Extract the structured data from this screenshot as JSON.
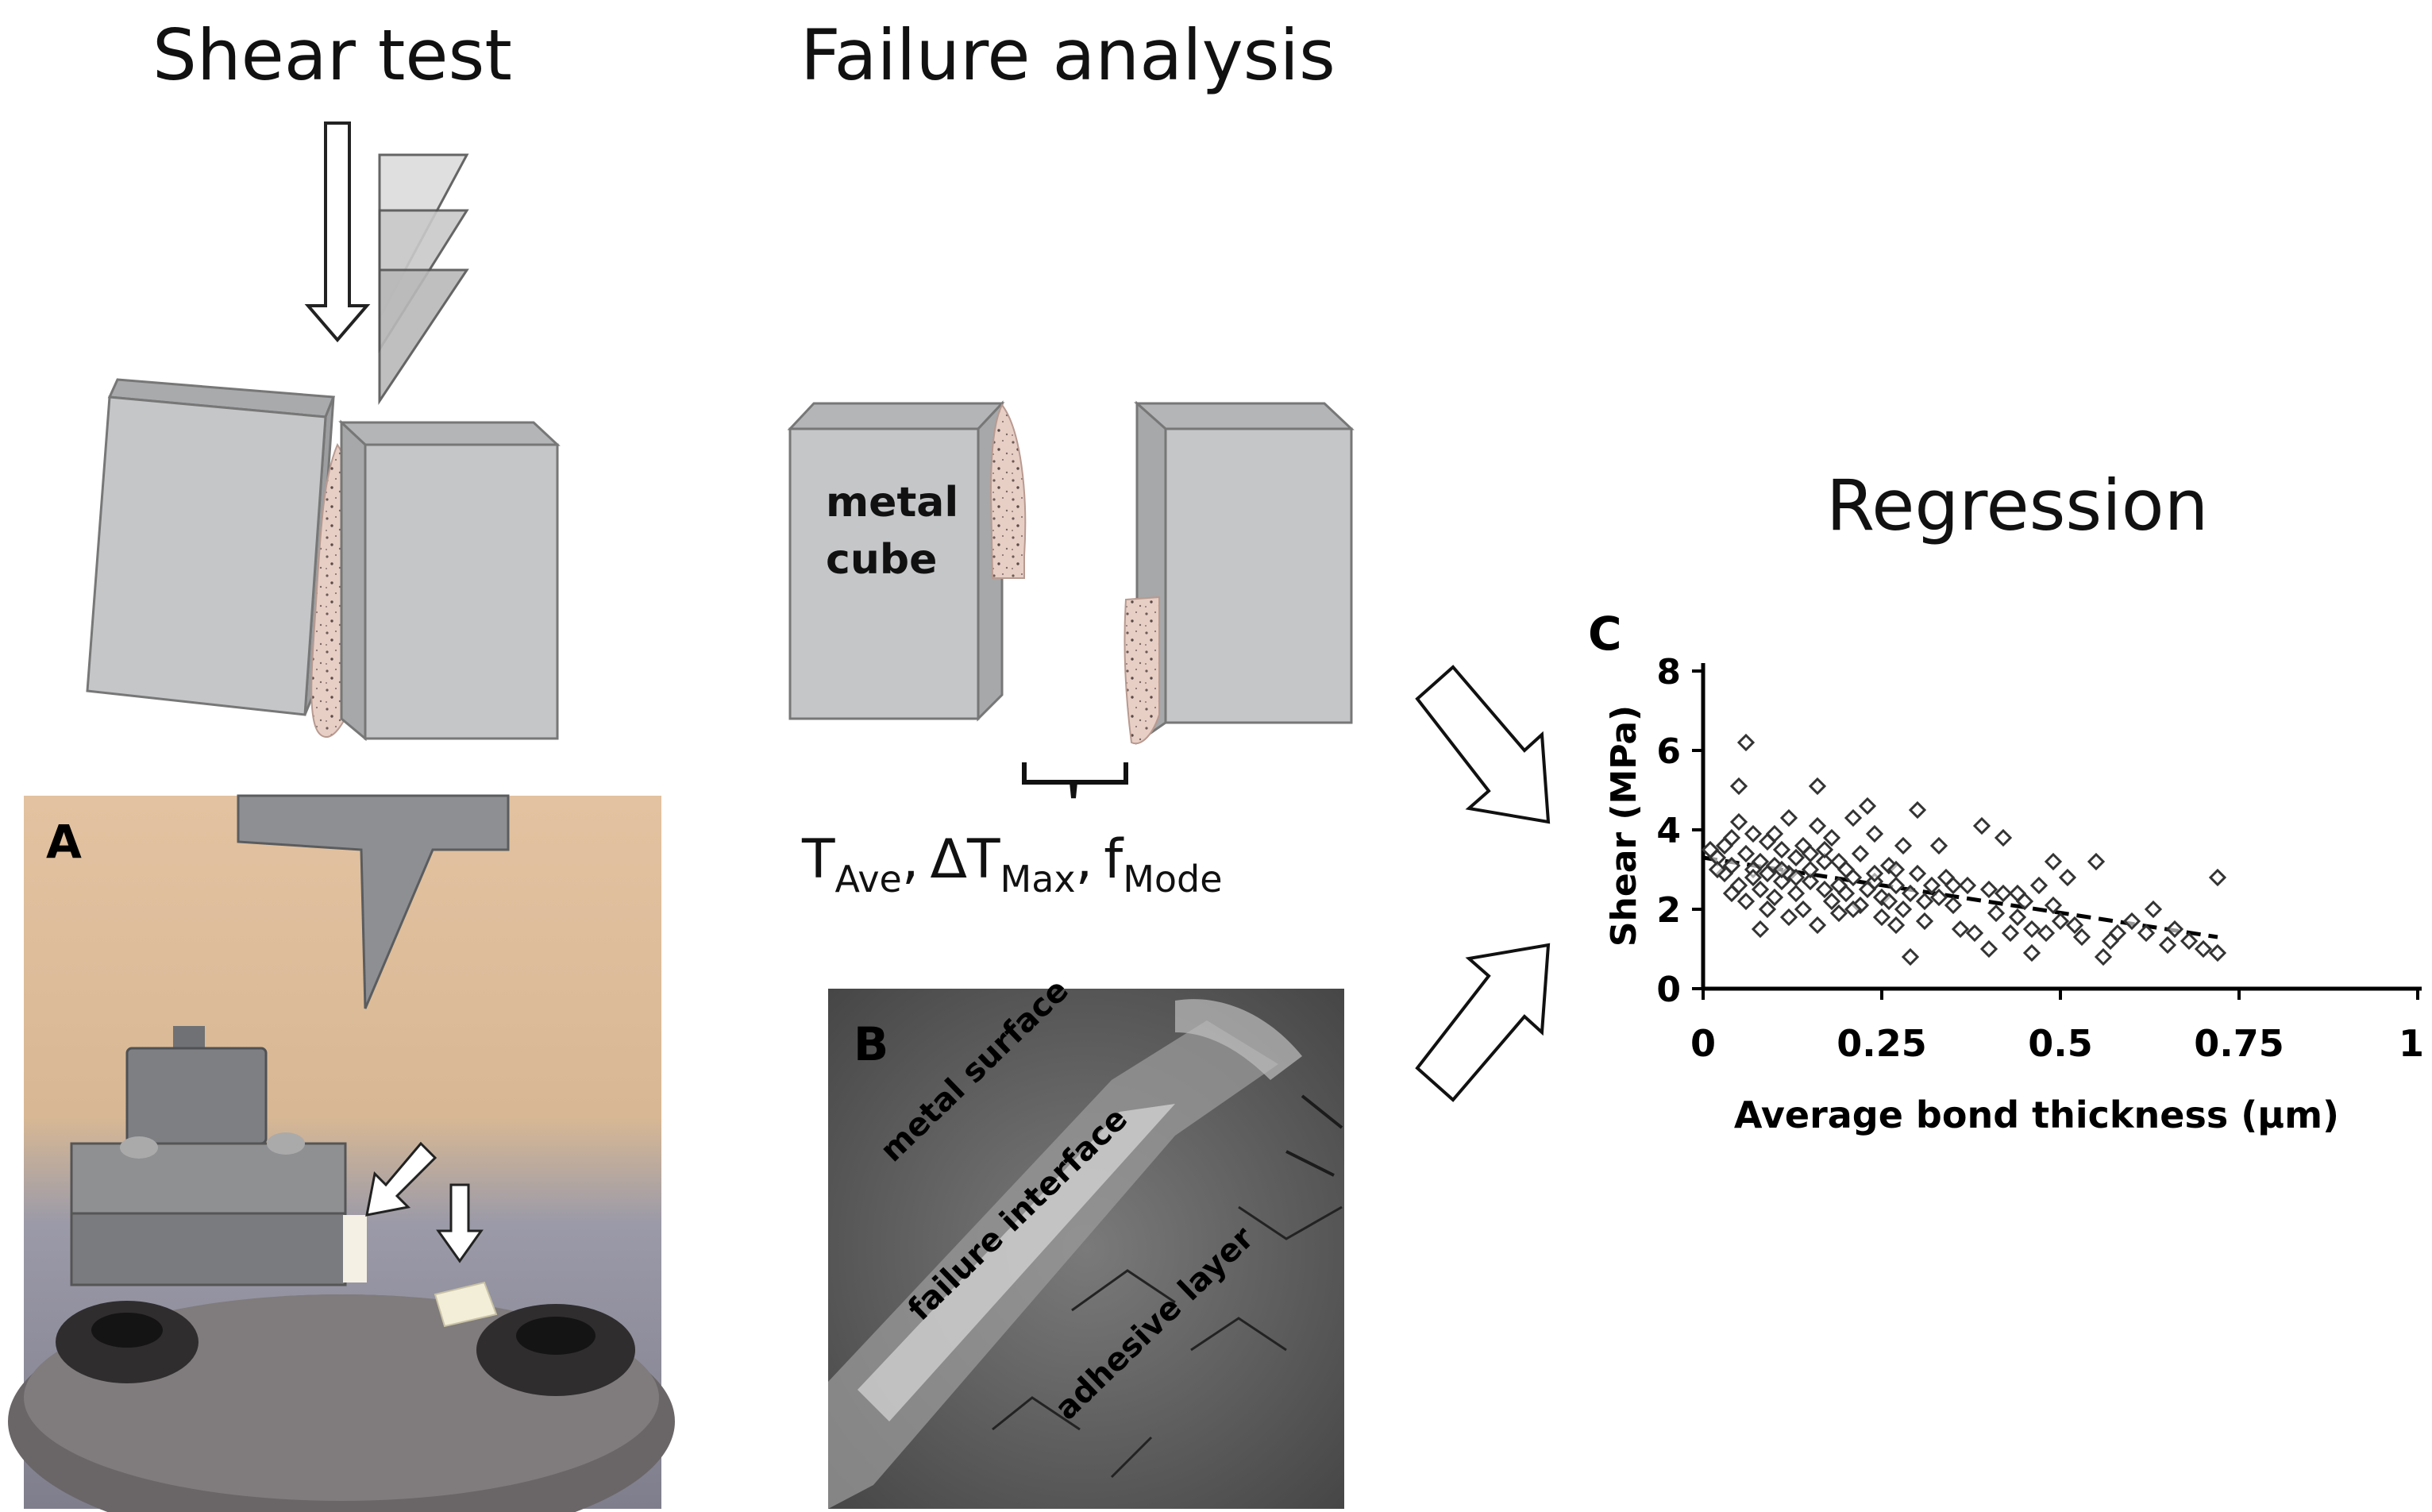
{
  "headings": {
    "shear_test": "Shear test",
    "failure_analysis": "Failure analysis",
    "regression": "Regression"
  },
  "panel_labels": {
    "a": "A",
    "b": "B",
    "c": "C"
  },
  "cube_label": {
    "line1": "metal",
    "line2": "cube"
  },
  "measures": {
    "t": "T",
    "ave": "Ave",
    "sep1": ",",
    "delta_t": "ΔT",
    "max": "Max",
    "sep2": ",",
    "f": "f",
    "mode": "Mode"
  },
  "sem_labels": {
    "metal_surface": "metal surface",
    "failure_interface": "failure interface",
    "adhesive_layer": "adhesive layer"
  },
  "colors": {
    "cube_face": "#c4c6c8",
    "cube_top": "#b3b5b7",
    "adhesive": "#e8cfc6",
    "photo_bg": "#d9b896",
    "sem_bg": "#5b5b5b"
  },
  "chart_data": {
    "type": "scatter",
    "xlabel": "Average bond thickness (µm)",
    "ylabel": "Shear (MPa)",
    "xlim": [
      0,
      1
    ],
    "ylim": [
      0,
      8
    ],
    "xticks": [
      "0",
      "0.25",
      "0.5",
      "0.75",
      "1"
    ],
    "yticks": [
      "0",
      "2",
      "4",
      "6",
      "8"
    ],
    "trendline": {
      "x": [
        0,
        0.72
      ],
      "y": [
        3.3,
        1.3
      ]
    },
    "points": [
      [
        0.01,
        3.5
      ],
      [
        0.02,
        3.3
      ],
      [
        0.03,
        3.6
      ],
      [
        0.03,
        2.9
      ],
      [
        0.04,
        3.8
      ],
      [
        0.04,
        3.1
      ],
      [
        0.05,
        2.6
      ],
      [
        0.05,
        5.1
      ],
      [
        0.05,
        4.2
      ],
      [
        0.06,
        6.2
      ],
      [
        0.06,
        3.4
      ],
      [
        0.06,
        2.2
      ],
      [
        0.07,
        3.0
      ],
      [
        0.07,
        2.8
      ],
      [
        0.07,
        3.9
      ],
      [
        0.08,
        1.5
      ],
      [
        0.08,
        3.2
      ],
      [
        0.08,
        2.5
      ],
      [
        0.09,
        3.7
      ],
      [
        0.09,
        2.9
      ],
      [
        0.1,
        3.1
      ],
      [
        0.1,
        2.3
      ],
      [
        0.1,
        3.9
      ],
      [
        0.11,
        2.7
      ],
      [
        0.11,
        3.5
      ],
      [
        0.12,
        1.8
      ],
      [
        0.12,
        2.9
      ],
      [
        0.12,
        4.3
      ],
      [
        0.13,
        3.3
      ],
      [
        0.13,
        2.4
      ],
      [
        0.14,
        2.0
      ],
      [
        0.14,
        3.6
      ],
      [
        0.15,
        2.7
      ],
      [
        0.15,
        3.0
      ],
      [
        0.16,
        1.6
      ],
      [
        0.16,
        5.1
      ],
      [
        0.16,
        4.1
      ],
      [
        0.17,
        2.5
      ],
      [
        0.17,
        3.2
      ],
      [
        0.18,
        2.2
      ],
      [
        0.18,
        3.8
      ],
      [
        0.19,
        2.6
      ],
      [
        0.19,
        1.9
      ],
      [
        0.2,
        3.0
      ],
      [
        0.2,
        2.4
      ],
      [
        0.21,
        4.3
      ],
      [
        0.21,
        2.8
      ],
      [
        0.22,
        3.4
      ],
      [
        0.22,
        2.1
      ],
      [
        0.23,
        4.6
      ],
      [
        0.23,
        2.5
      ],
      [
        0.24,
        3.9
      ],
      [
        0.24,
        2.7
      ],
      [
        0.25,
        1.8
      ],
      [
        0.25,
        2.3
      ],
      [
        0.26,
        3.1
      ],
      [
        0.26,
        2.2
      ],
      [
        0.27,
        1.6
      ],
      [
        0.27,
        2.6
      ],
      [
        0.28,
        3.6
      ],
      [
        0.28,
        2.0
      ],
      [
        0.29,
        0.8
      ],
      [
        0.29,
        2.4
      ],
      [
        0.3,
        4.5
      ],
      [
        0.3,
        2.9
      ],
      [
        0.31,
        2.2
      ],
      [
        0.31,
        1.7
      ],
      [
        0.32,
        2.6
      ],
      [
        0.33,
        2.3
      ],
      [
        0.34,
        2.8
      ],
      [
        0.35,
        2.1
      ],
      [
        0.36,
        1.5
      ],
      [
        0.37,
        2.6
      ],
      [
        0.38,
        1.4
      ],
      [
        0.39,
        4.1
      ],
      [
        0.4,
        1.0
      ],
      [
        0.4,
        2.5
      ],
      [
        0.41,
        1.9
      ],
      [
        0.42,
        3.8
      ],
      [
        0.42,
        2.4
      ],
      [
        0.43,
        1.4
      ],
      [
        0.44,
        1.8
      ],
      [
        0.45,
        2.2
      ],
      [
        0.46,
        1.5
      ],
      [
        0.47,
        2.6
      ],
      [
        0.48,
        1.4
      ],
      [
        0.49,
        2.1
      ],
      [
        0.49,
        3.2
      ],
      [
        0.5,
        1.7
      ],
      [
        0.51,
        2.8
      ],
      [
        0.52,
        1.6
      ],
      [
        0.53,
        1.3
      ],
      [
        0.55,
        3.2
      ],
      [
        0.56,
        0.8
      ],
      [
        0.57,
        1.2
      ],
      [
        0.58,
        1.4
      ],
      [
        0.6,
        1.7
      ],
      [
        0.62,
        1.4
      ],
      [
        0.63,
        2.0
      ],
      [
        0.65,
        1.1
      ],
      [
        0.66,
        1.5
      ],
      [
        0.68,
        1.2
      ],
      [
        0.7,
        1.0
      ],
      [
        0.72,
        2.8
      ],
      [
        0.72,
        0.9
      ],
      [
        0.02,
        3.0
      ],
      [
        0.04,
        2.4
      ],
      [
        0.09,
        2.0
      ],
      [
        0.13,
        2.8
      ],
      [
        0.17,
        3.5
      ],
      [
        0.21,
        2.0
      ],
      [
        0.24,
        2.9
      ],
      [
        0.27,
        3.0
      ],
      [
        0.33,
        3.6
      ],
      [
        0.35,
        2.6
      ],
      [
        0.44,
        2.4
      ],
      [
        0.46,
        0.9
      ],
      [
        0.15,
        3.4
      ],
      [
        0.19,
        3.2
      ],
      [
        0.11,
        3.0
      ]
    ]
  }
}
